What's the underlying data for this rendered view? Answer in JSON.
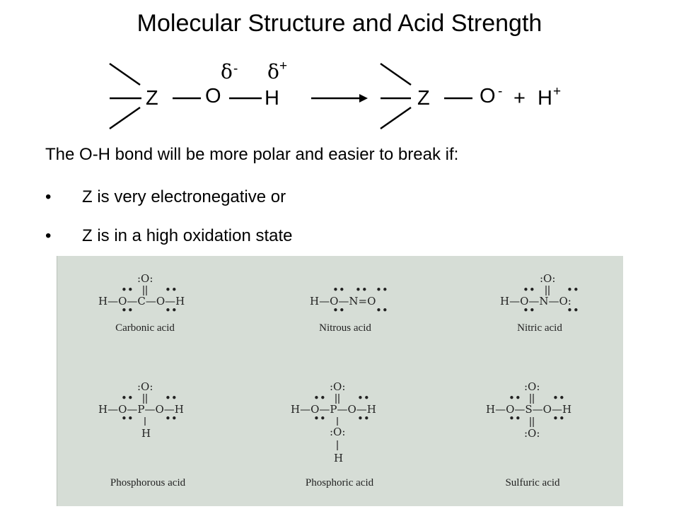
{
  "title": "Molecular Structure and Acid Strength",
  "reaction": {
    "reactant": {
      "z": "Z",
      "o": "O",
      "h": "H",
      "delta_o": "δ",
      "delta_o_sign": "-",
      "delta_h": "δ",
      "delta_h_sign": "+"
    },
    "product": {
      "z": "Z",
      "o": "O",
      "o_charge": "-",
      "plus": "+",
      "h": "H",
      "h_charge": "+"
    }
  },
  "statement": "The O-H bond will be more polar and easier to break if:",
  "bullets": [
    {
      "marker": "•",
      "text": "Z is very electronegative or"
    },
    {
      "marker": "•",
      "text": "Z is in a high oxidation state"
    }
  ],
  "acids": [
    {
      "label": "Carbonic acid"
    },
    {
      "label": "Nitrous acid"
    },
    {
      "label": "Nitric acid"
    },
    {
      "label": "Phosphorous acid"
    },
    {
      "label": "Phosphoric acid"
    },
    {
      "label": "Sulfuric acid"
    }
  ],
  "colors": {
    "panel": "#d6ddd6",
    "ink": "#000000",
    "structure_ink": "#222222"
  }
}
